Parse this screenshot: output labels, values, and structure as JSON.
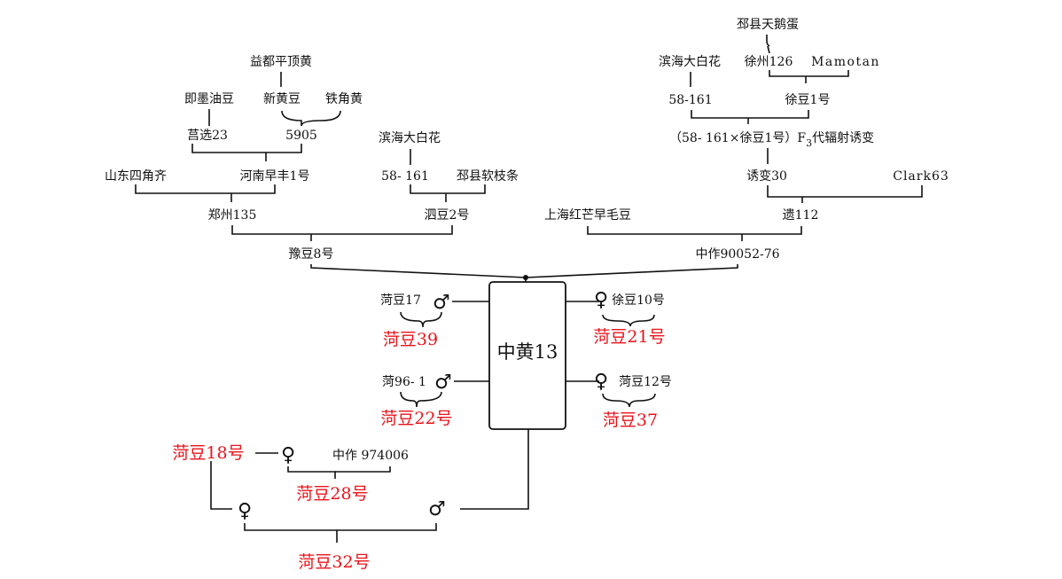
{
  "colors": {
    "line": "#111111",
    "offspring": "#e8141b"
  },
  "center": "中黄13",
  "symbols": {
    "male": "♂",
    "female": "♀"
  },
  "left_tree": {
    "yidu": "益都平顶黄",
    "jimo": "即墨油豆",
    "xinhuang": "新黄豆",
    "tiejiao": "铁角黄",
    "juxuan": "莒选23",
    "n5905": "5905",
    "shandong": "山东四角齐",
    "henan": "河南早丰1号",
    "zhengzhou": "郑州135",
    "binhai": "滨海大白花",
    "n58_161": "58- 161",
    "pixian_ruan": "邳县软枝条",
    "sidou": "泗豆2号",
    "yudou": "豫豆8号"
  },
  "right_tree": {
    "pixian_tiane": "邳县天鹅蛋",
    "binhai": "滨海大白花",
    "xuzhou": "徐州126",
    "mamotan": "Mamotan",
    "n58_161": "58-161",
    "xudou1": "徐豆1号",
    "f3_pre": "（58- 161×徐豆1号）F",
    "f3_sub": "3",
    "f3_post": "代辐射诱变",
    "youbian": "诱变30",
    "clark": "Clark63",
    "shanghai": "上海红芒早毛豆",
    "yi112": "遗112",
    "zhongzuo": "中作90052-76"
  },
  "offspring": {
    "heze17": "菏豆17",
    "heze39": "菏豆39",
    "xudou10": "徐豆10号",
    "heze21": "菏豆21号",
    "he96": "菏96- 1",
    "heze22": "菏豆22号",
    "heze12": "菏豆12号",
    "heze37": "菏豆37",
    "heze18": "菏豆18号",
    "zhongzuo974": "中作 974006",
    "heze28": "菏豆28号",
    "heze32": "菏豆32号"
  }
}
